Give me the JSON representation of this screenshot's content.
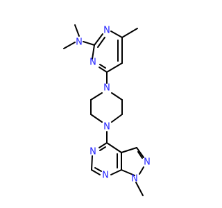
{
  "molecule": {
    "colors": {
      "bond": "#000000",
      "nitrogen": "#2323ff",
      "background": "#ffffff"
    },
    "atoms": [
      {
        "id": "n_dimethyl",
        "label": "N"
      },
      {
        "id": "n_pyr1",
        "label": "N"
      },
      {
        "id": "n_pyr3",
        "label": "N"
      },
      {
        "id": "n_pip1",
        "label": "N"
      },
      {
        "id": "n_pip4",
        "label": "N"
      },
      {
        "id": "n_pp_ring_a",
        "label": "N"
      },
      {
        "id": "n_pp_ring_b",
        "label": "N"
      },
      {
        "id": "n_pz1",
        "label": "N"
      },
      {
        "id": "n_pz2",
        "label": "N"
      }
    ]
  }
}
